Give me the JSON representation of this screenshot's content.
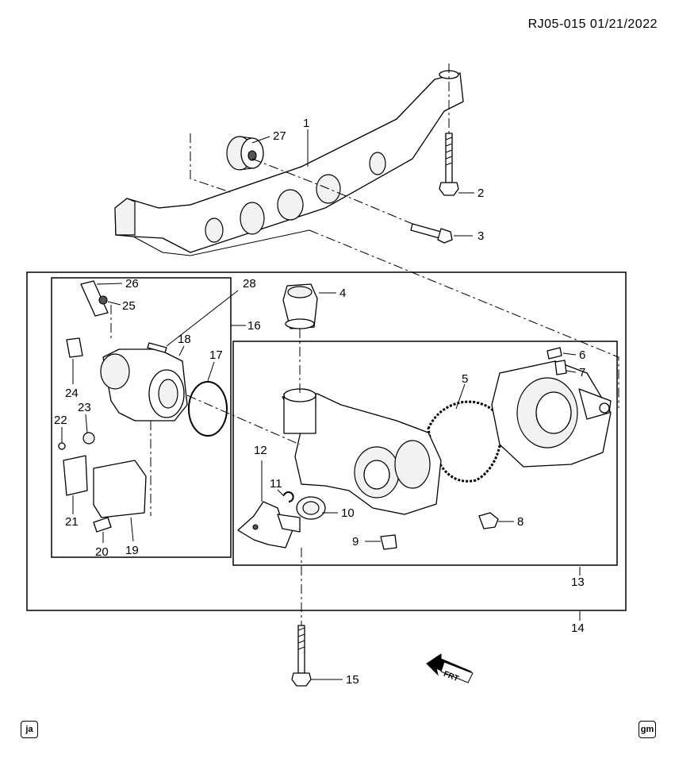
{
  "header": {
    "reference": "RJ05-015  01/21/2022"
  },
  "badges": {
    "left": "ja",
    "right": "gm"
  },
  "front_indicator": "FRT",
  "callouts": [
    {
      "id": "c1",
      "label": "1"
    },
    {
      "id": "c2",
      "label": "2"
    },
    {
      "id": "c3",
      "label": "3"
    },
    {
      "id": "c4",
      "label": "4"
    },
    {
      "id": "c5",
      "label": "5"
    },
    {
      "id": "c6",
      "label": "6"
    },
    {
      "id": "c7",
      "label": "7"
    },
    {
      "id": "c8",
      "label": "8"
    },
    {
      "id": "c9",
      "label": "9"
    },
    {
      "id": "c10",
      "label": "10"
    },
    {
      "id": "c11",
      "label": "11"
    },
    {
      "id": "c12",
      "label": "12"
    },
    {
      "id": "c13",
      "label": "13"
    },
    {
      "id": "c14",
      "label": "14"
    },
    {
      "id": "c15",
      "label": "15"
    },
    {
      "id": "c16",
      "label": "16"
    },
    {
      "id": "c17",
      "label": "17"
    },
    {
      "id": "c18",
      "label": "18"
    },
    {
      "id": "c19",
      "label": "19"
    },
    {
      "id": "c20",
      "label": "20"
    },
    {
      "id": "c21",
      "label": "21"
    },
    {
      "id": "c22",
      "label": "22"
    },
    {
      "id": "c23",
      "label": "23"
    },
    {
      "id": "c24",
      "label": "24"
    },
    {
      "id": "c25",
      "label": "25"
    },
    {
      "id": "c26",
      "label": "26"
    },
    {
      "id": "c27",
      "label": "27"
    },
    {
      "id": "c28",
      "label": "28"
    }
  ]
}
